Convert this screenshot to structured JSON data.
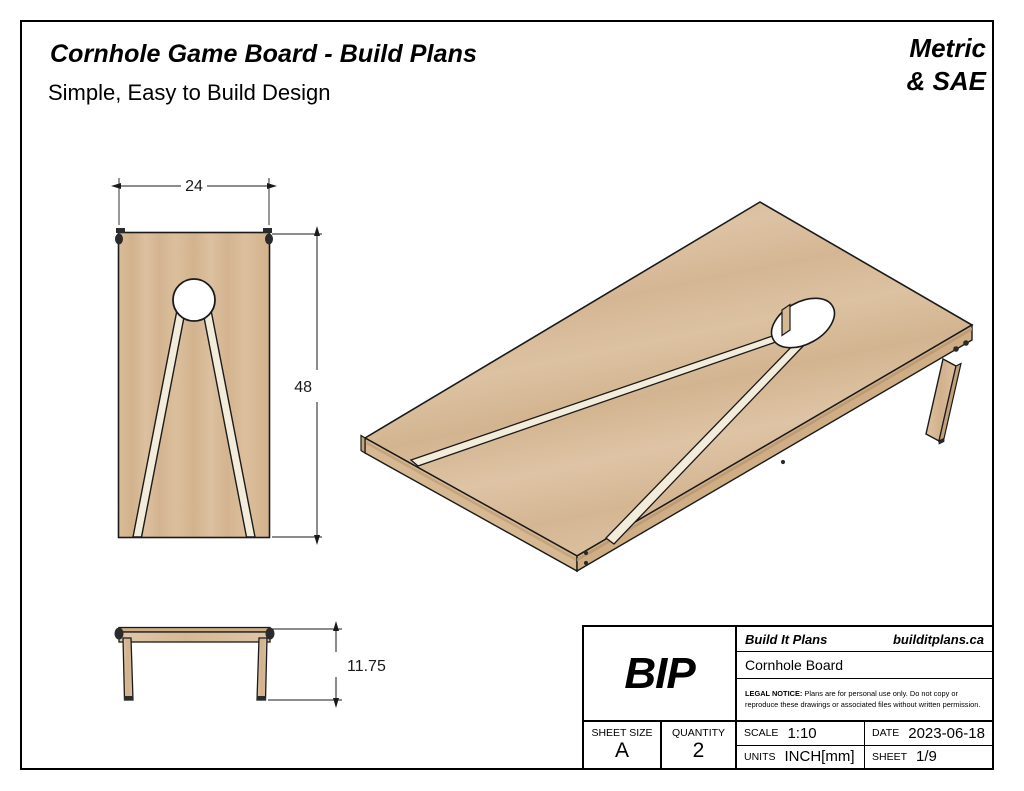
{
  "header": {
    "title": "Cornhole Game Board - Build Plans",
    "subtitle": "Simple, Easy to Build Design",
    "units_line1": "Metric",
    "units_line2": "& SAE"
  },
  "views": {
    "top_view": {
      "name": "top-view",
      "width_dimension": "24",
      "height_dimension": "48"
    },
    "side_view": {
      "name": "side-view",
      "height_dimension": "11.75"
    },
    "iso_view": {
      "name": "isometric-view"
    }
  },
  "title_block": {
    "logo": "BIP",
    "company": "Build It Plans",
    "website": "builditplans.ca",
    "part_name": "Cornhole Board",
    "legal_label": "LEGAL NOTICE:",
    "legal_text": " Plans are for personal use only. Do not copy or reproduce these drawings or associated files without written permission.",
    "sheet_size_label": "SHEET SIZE",
    "sheet_size_value": "A",
    "quantity_label": "QUANTITY",
    "quantity_value": "2",
    "scale_label": "SCALE",
    "scale_value": "1:10",
    "date_label": "DATE",
    "date_value": "2023-06-18",
    "units_label": "UNITS",
    "units_value": "INCH[mm]",
    "sheet_label": "SHEET",
    "sheet_value": "1/9"
  },
  "colors": {
    "wood_face": "#d8bb96",
    "wood_light": "#e8d5b8",
    "wood_edge": "#cbab84",
    "stripe": "#f2ead8",
    "line": "#1a1a1a",
    "border": "#000000"
  }
}
